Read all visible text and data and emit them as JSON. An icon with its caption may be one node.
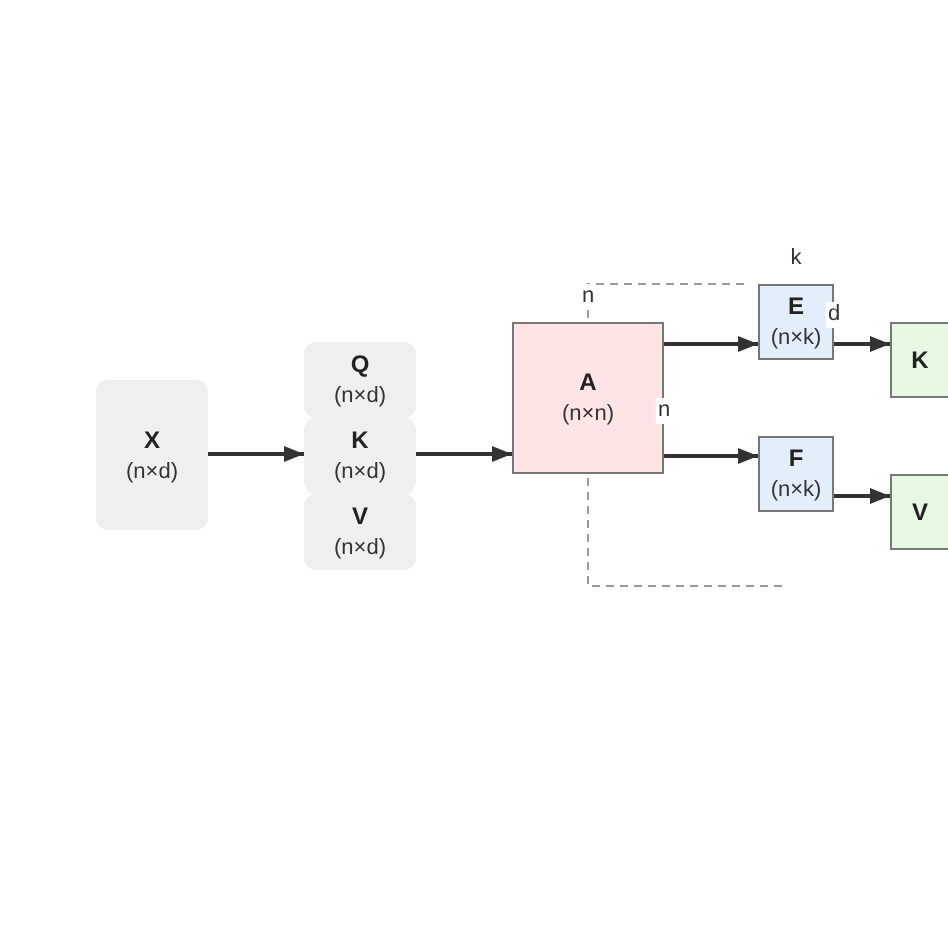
{
  "diagram": {
    "nodes": [
      {
        "text": [
          "X",
          "(n×d)"
        ]
      },
      {
        "text": [
          "Q",
          "(n×d)"
        ]
      },
      {
        "text": [
          "K",
          "(n×d)"
        ]
      },
      {
        "text": [
          "V",
          "(n×d)"
        ]
      },
      {
        "text": [
          "A",
          "(n×n)"
        ]
      },
      {
        "text": [
          "E",
          "(n×k)"
        ]
      },
      {
        "text": [
          "F",
          "(n×k)"
        ]
      },
      {
        "text": [
          "K"
        ]
      },
      {
        "text": [
          "V"
        ]
      }
    ],
    "edges": [
      {
        "from": 0,
        "to": 2,
        "arrow": "to"
      },
      {
        "from": 2,
        "to": 4,
        "arrow": "to"
      },
      {
        "from": 4,
        "to": 5,
        "arrow": "to"
      },
      {
        "from": 4,
        "to": 6,
        "arrow": "to"
      },
      {
        "from": 5,
        "to": 7,
        "arrow": "to"
      },
      {
        "from": 6,
        "to": 8,
        "arrow": "to"
      }
    ],
    "labels": [
      "n",
      "n",
      "k",
      "d"
    ]
  }
}
